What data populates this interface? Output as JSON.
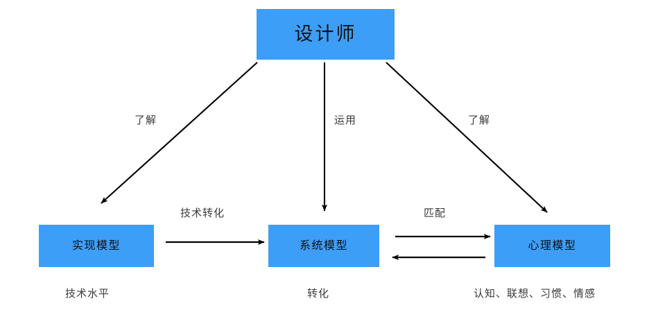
{
  "diagram": {
    "title_node": {
      "label": "设计师"
    },
    "palette": {
      "node_fill": "#3d9ef7",
      "node_text": "#111111",
      "edge_stroke": "#000000",
      "label_text": "#3b3b3b",
      "background": "#ffffff"
    },
    "nodes": [
      {
        "id": "designer",
        "label": "设计师"
      },
      {
        "id": "implementation-model",
        "label": "实现模型"
      },
      {
        "id": "system-model",
        "label": "系统模型"
      },
      {
        "id": "mental-model",
        "label": "心理模型"
      }
    ],
    "edges": [
      {
        "id": "designer-to-implementation",
        "label": "了解",
        "from": "designer",
        "to": "implementation-model",
        "direction": "one-way"
      },
      {
        "id": "designer-to-system",
        "label": "运用",
        "from": "designer",
        "to": "system-model",
        "direction": "one-way"
      },
      {
        "id": "designer-to-mental",
        "label": "了解",
        "from": "designer",
        "to": "mental-model",
        "direction": "one-way"
      },
      {
        "id": "implementation-to-system",
        "label": "技术转化",
        "from": "implementation-model",
        "to": "system-model",
        "direction": "one-way"
      },
      {
        "id": "system-to-mental",
        "label": "匹配",
        "from": "system-model",
        "to": "mental-model",
        "direction": "two-way"
      }
    ],
    "captions": [
      {
        "id": "implementation-caption",
        "text": "技术水平"
      },
      {
        "id": "system-caption",
        "text": "转化"
      },
      {
        "id": "mental-caption",
        "text": "认知、联想、习惯、情感"
      }
    ]
  }
}
